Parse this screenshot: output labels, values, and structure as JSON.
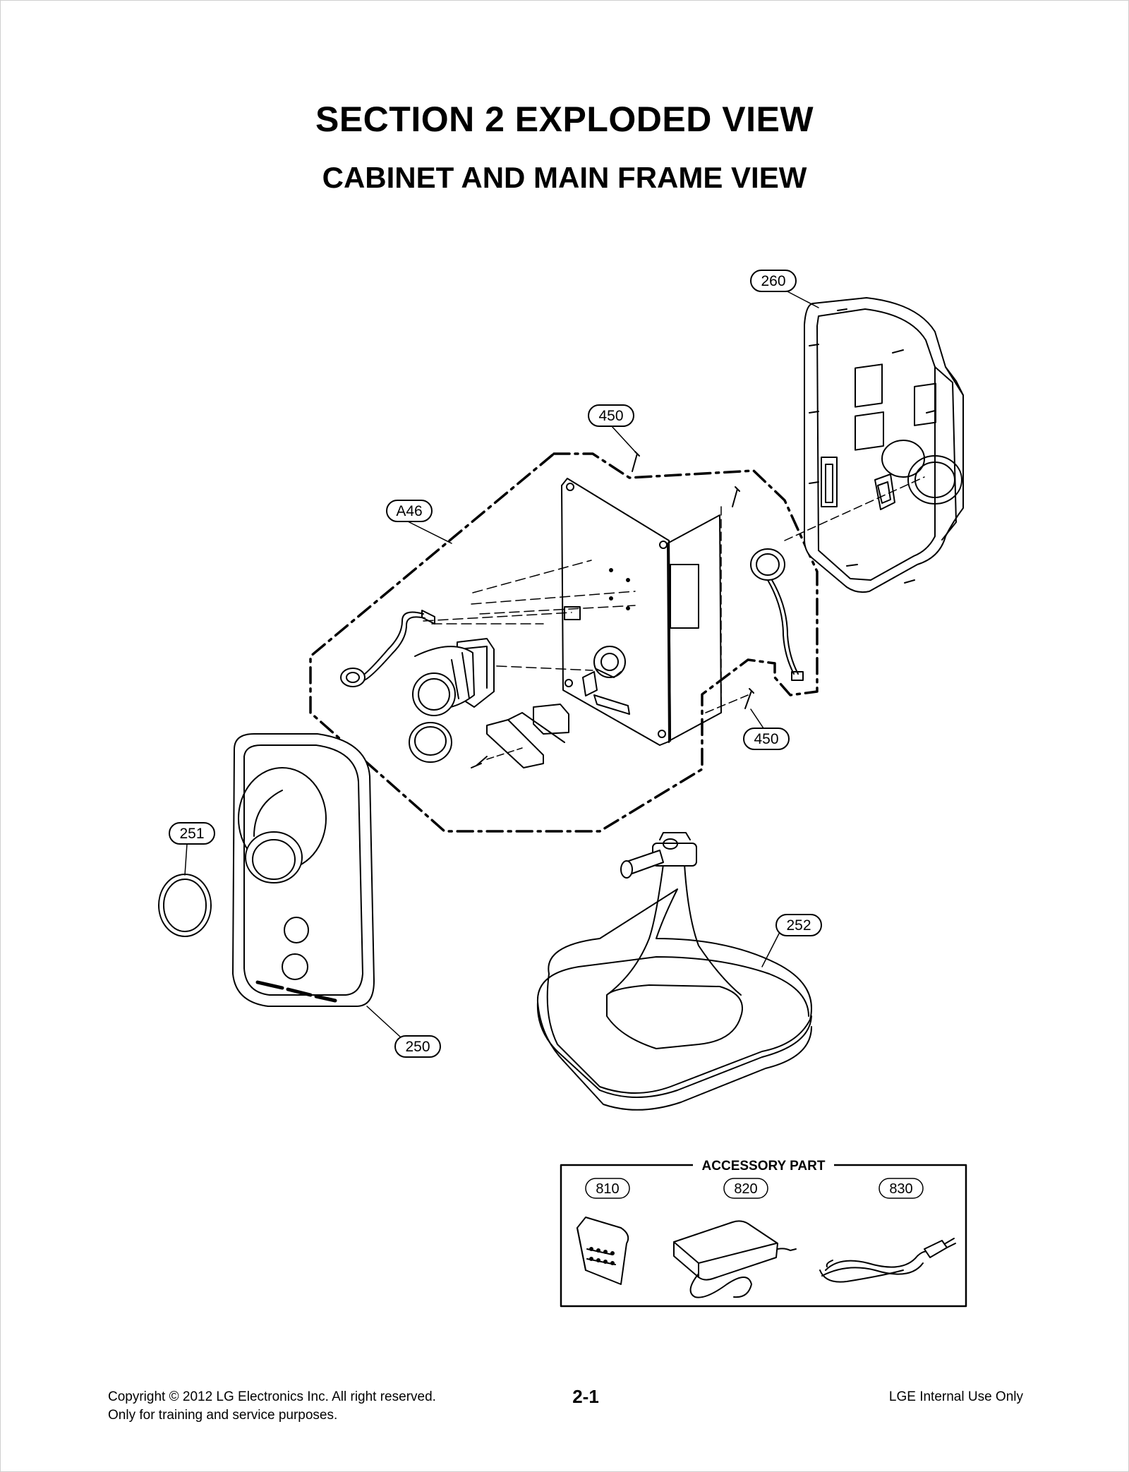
{
  "header": {
    "section_title": "SECTION 2 EXPLODED VIEW",
    "view_title": "CABINET AND MAIN FRAME VIEW"
  },
  "callouts": {
    "c260": "260",
    "c450_top": "450",
    "cA46": "A46",
    "c450_bottom": "450",
    "c251": "251",
    "c250": "250",
    "c252": "252"
  },
  "accessory": {
    "title": "ACCESSORY PART",
    "items": [
      "810",
      "820",
      "830"
    ]
  },
  "footer": {
    "copyright": "Copyright © 2012 LG Electronics Inc. All right reserved.",
    "note": "Only for training and service purposes.",
    "page_number": "2-1",
    "internal": "LGE Internal Use Only"
  }
}
